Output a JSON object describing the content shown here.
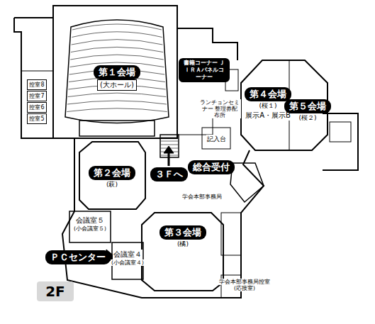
{
  "diagram": {
    "nodes": [
      {
        "text": [
          "第１会場",
          "(大ホール)"
        ]
      },
      {
        "text": [
          "書籍コーナー ＪＩＲＡパネルコーナー"
        ]
      },
      {
        "text": [
          "控室8"
        ]
      },
      {
        "text": [
          "控室7"
        ]
      },
      {
        "text": [
          "控室6"
        ]
      },
      {
        "text": [
          "控室5"
        ]
      },
      {
        "text": [
          "第４会場",
          "(桜１)",
          "展示A・展示B"
        ]
      },
      {
        "text": [
          "第５会場",
          "(桜２)"
        ]
      },
      {
        "text": [
          "ランチョンセミナー 整理券配布所"
        ]
      },
      {
        "text": [
          "記入台"
        ]
      },
      {
        "text": [
          "総合受付"
        ]
      },
      {
        "text": [
          "３Ｆへ"
        ]
      },
      {
        "text": [
          "第２会場",
          "(萩)"
        ]
      },
      {
        "text": [
          "学会本部事務局"
        ]
      },
      {
        "text": [
          "会議室５",
          "(小会議室５)"
        ]
      },
      {
        "text": [
          "ＰＣセンター"
        ]
      },
      {
        "text": [
          "会議室４",
          "(小会議室４)"
        ]
      },
      {
        "text": [
          "第３会場",
          "(橘)"
        ]
      },
      {
        "text": [
          "学会本部事務局控室",
          "(応接室)"
        ]
      },
      {
        "text": [
          "2F"
        ]
      }
    ]
  }
}
